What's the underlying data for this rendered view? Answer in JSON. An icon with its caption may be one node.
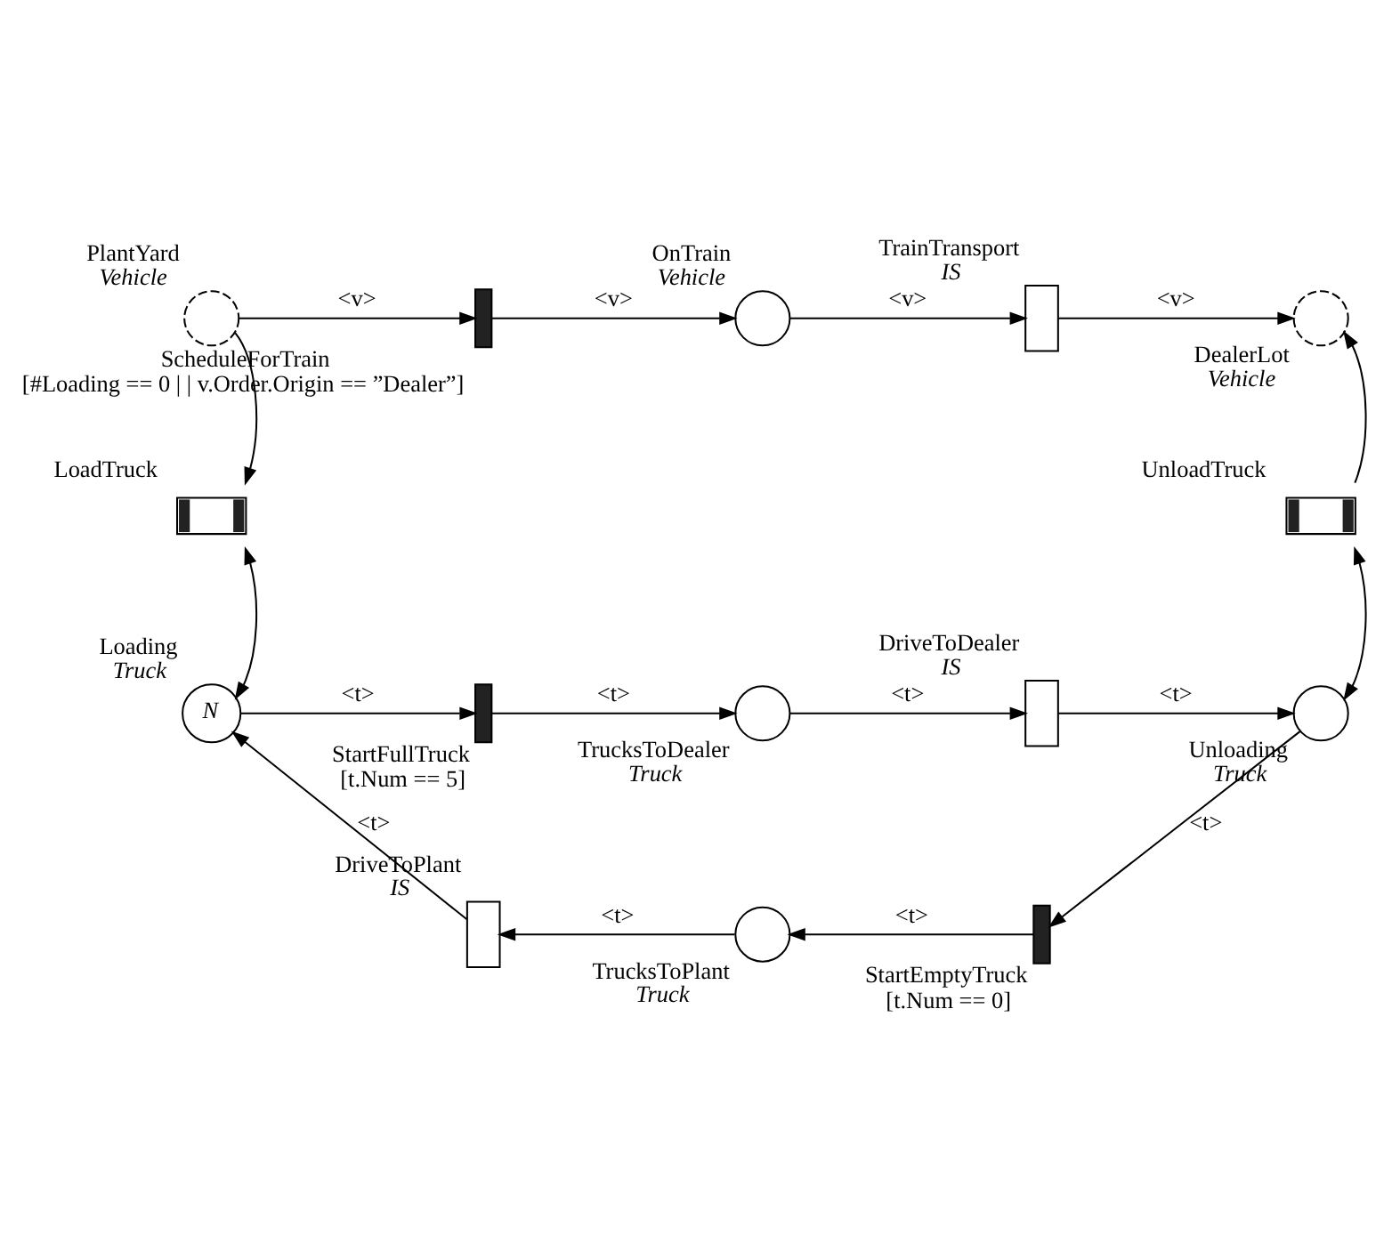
{
  "diagram": {
    "nodes": [
      {
        "text": [],
        "shape": "circle",
        "beside": [
          "PlantYard",
          "Vehicle"
        ]
      },
      {
        "text": [],
        "shape": "bar",
        "beside": [
          "ScheduleForTrain",
          "[#Loading == 0 | | v.Order.Origin == ”Dealer”]"
        ]
      },
      {
        "text": [],
        "shape": "circle",
        "beside": [
          "OnTrain",
          "Vehicle"
        ]
      },
      {
        "text": [],
        "shape": "box",
        "beside": [
          "TrainTransport",
          "IS"
        ]
      },
      {
        "text": [],
        "shape": "circle",
        "beside": [
          "DealerLot",
          "Vehicle"
        ]
      },
      {
        "text": [],
        "shape": "box",
        "beside": [
          "LoadTruck"
        ]
      },
      {
        "text": [],
        "shape": "box",
        "beside": [
          "UnloadTruck"
        ]
      },
      {
        "text": [
          "N"
        ],
        "beside": [
          "Loading",
          "Truck"
        ]
      },
      {
        "text": [],
        "shape": "bar",
        "beside": [
          "StartFullTruck",
          "[t.Num == 5]"
        ]
      },
      {
        "text": [],
        "shape": "circle",
        "beside": [
          "TrucksToDealer",
          "Truck"
        ]
      },
      {
        "text": [],
        "shape": "box",
        "beside": [
          "DriveToDealer",
          "IS"
        ]
      },
      {
        "text": [],
        "shape": "circle",
        "beside": [
          "Unloading",
          "Truck"
        ]
      },
      {
        "text": [],
        "shape": "bar",
        "beside": [
          "StartEmptyTruck",
          "[t.Num == 0]"
        ]
      },
      {
        "text": [],
        "shape": "circle",
        "beside": [
          "TrucksToPlant",
          "Truck"
        ]
      },
      {
        "text": [],
        "shape": "box",
        "beside": [
          "DriveToPlant",
          "IS"
        ]
      }
    ],
    "edges": [
      {
        "from": 0,
        "to": 1,
        "arrow": "to",
        "label": "<v>"
      },
      {
        "from": 1,
        "to": 2,
        "arrow": "to",
        "label": "<v>"
      },
      {
        "from": 2,
        "to": 3,
        "arrow": "to",
        "label": "<v>"
      },
      {
        "from": 3,
        "to": 4,
        "arrow": "to",
        "label": "<v>"
      },
      {
        "from": 0,
        "to": 5,
        "arrow": "to"
      },
      {
        "from": 5,
        "to": 7,
        "arrow": "both"
      },
      {
        "from": 7,
        "to": 8,
        "arrow": "to",
        "label": "<t>"
      },
      {
        "from": 8,
        "to": 9,
        "arrow": "to",
        "label": "<t>"
      },
      {
        "from": 9,
        "to": 10,
        "arrow": "to",
        "label": "<t>"
      },
      {
        "from": 10,
        "to": 11,
        "arrow": "to",
        "label": "<t>"
      },
      {
        "from": 11,
        "to": 6,
        "arrow": "both"
      },
      {
        "from": 6,
        "to": 4,
        "arrow": "to"
      },
      {
        "from": 11,
        "to": 12,
        "arrow": "to",
        "label": "<t>"
      },
      {
        "from": 12,
        "to": 13,
        "arrow": "to",
        "label": "<t>"
      },
      {
        "from": 13,
        "to": 14,
        "arrow": "to",
        "label": "<t>"
      },
      {
        "from": 14,
        "to": 7,
        "arrow": "to",
        "label": "<t>"
      }
    ]
  }
}
